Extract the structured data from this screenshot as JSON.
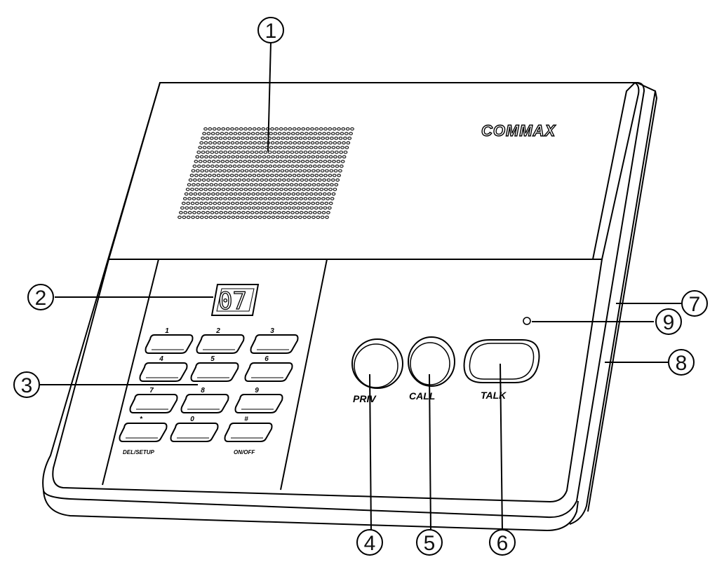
{
  "brand": "COMMAX",
  "display": {
    "digits": "07"
  },
  "keypad": {
    "keys": [
      "1",
      "2",
      "3",
      "4",
      "5",
      "6",
      "7",
      "8",
      "9",
      "*",
      "0",
      "#"
    ],
    "sub_labels": {
      "left": "DEL/SETUP",
      "right": "ON/OFF"
    }
  },
  "buttons": {
    "priv": "PRIV",
    "call": "CALL",
    "talk": "TALK"
  },
  "callouts": [
    "1",
    "2",
    "3",
    "4",
    "5",
    "6",
    "7",
    "8",
    "9"
  ]
}
